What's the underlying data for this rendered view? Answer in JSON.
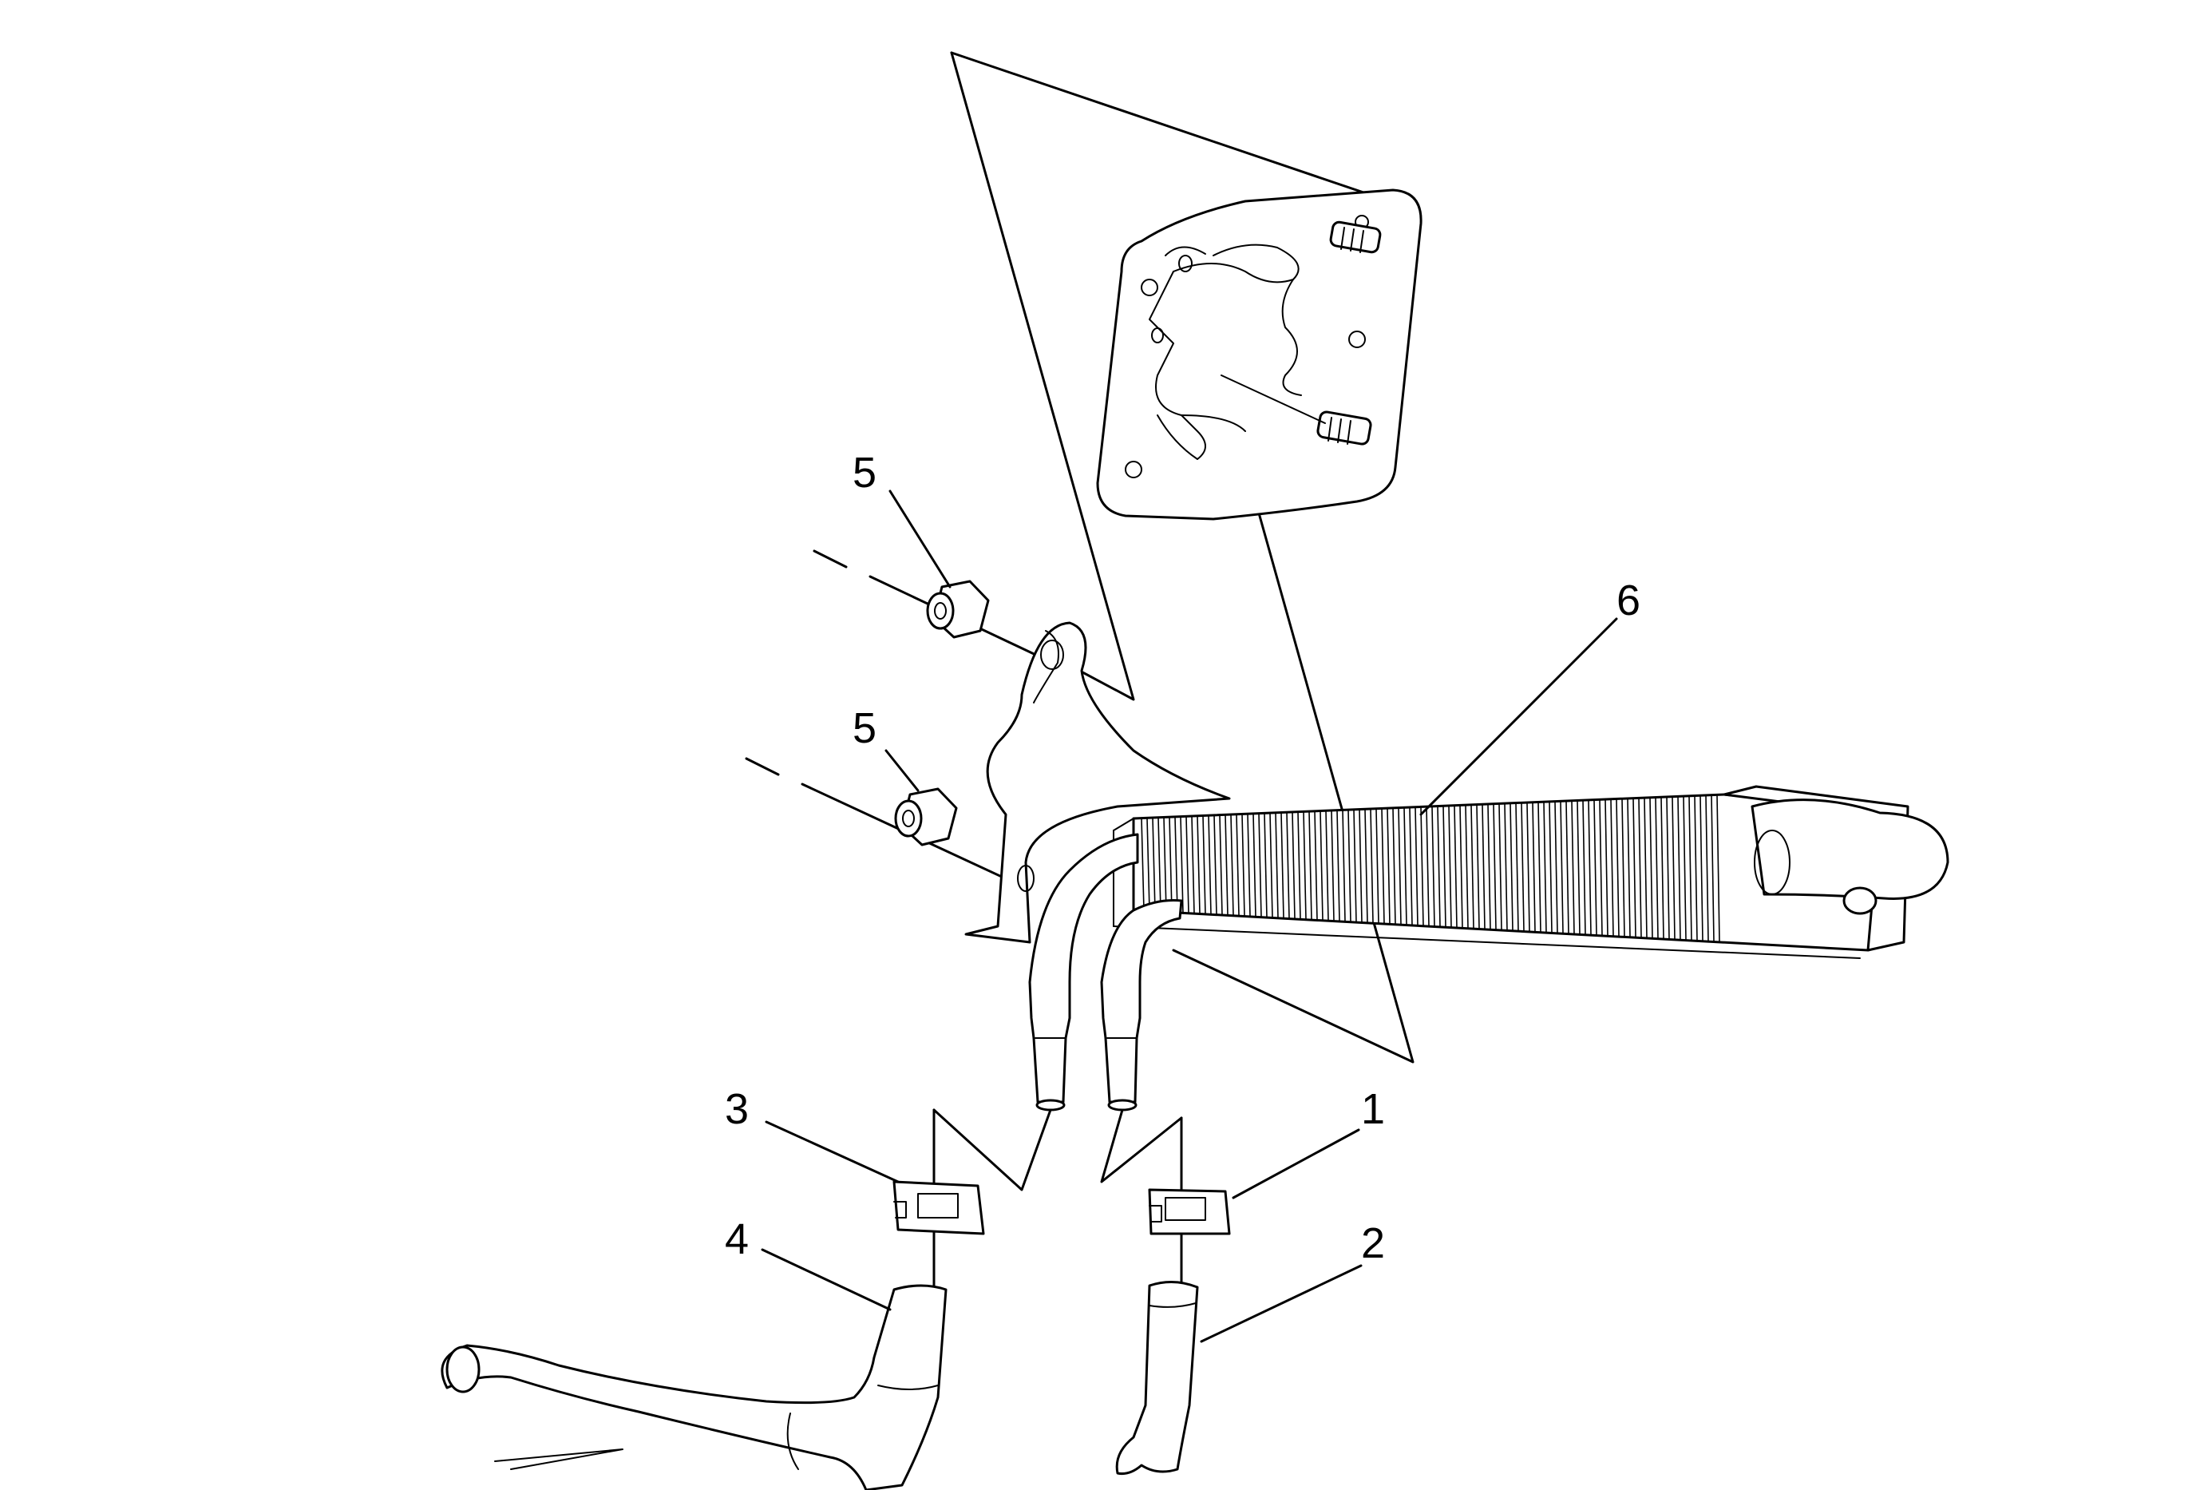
{
  "callouts": {
    "c1": "1",
    "c2": "2",
    "c3": "3",
    "c4": "4",
    "c5a": "5",
    "c5b": "5",
    "c6": "6"
  }
}
